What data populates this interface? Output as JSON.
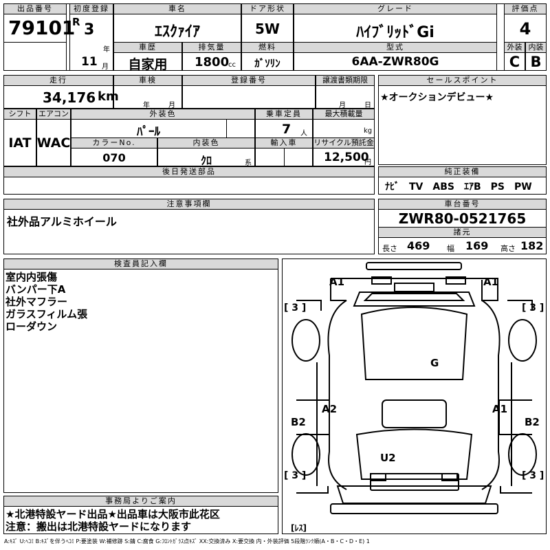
{
  "header": {
    "lot_no_label": "出品番号",
    "lot_no": "79101",
    "first_reg_label": "初度登録",
    "era": "R",
    "year": "3",
    "year_unit": "年",
    "month": "11",
    "month_unit": "月",
    "car_name_label": "車名",
    "car_name": "ｴｽｸｧｲｱ",
    "door_label": "ドア形状",
    "door": "5W",
    "grade_label": "グレード",
    "grade": "ﾊｲﾌﾞﾘｯﾄﾞGi",
    "score_label": "評価点",
    "score": "4",
    "history_label": "車歴",
    "history": "自家用",
    "displacement_label": "排気量",
    "displacement": "1800",
    "cc": "cc",
    "fuel_label": "燃料",
    "fuel": "ｶﾞｿﾘﾝ",
    "model_label": "型式",
    "model": "6AA-ZWR80G",
    "ext_label": "外装",
    "ext": "C",
    "int_label": "内装",
    "int": "B"
  },
  "row2": {
    "mileage_label": "走行",
    "mileage": "34,176",
    "km": "km",
    "inspection_label": "車検",
    "year_unit": "年",
    "month_unit": "月",
    "plate_label": "登録番号",
    "transfer_label": "譲渡書類期限",
    "t_month": "月",
    "t_day": "日",
    "sales_label": "セールスポイント",
    "sales": "★オークションデビュー★"
  },
  "row3": {
    "shift_label": "シフト",
    "shift": "IAT",
    "ac_label": "エアコン",
    "ac": "WAC",
    "ext_color_label": "外装色",
    "ext_color": "ﾊﾟｰﾙ",
    "capacity_label": "乗車定員",
    "capacity": "7",
    "person": "人",
    "load_label": "最大積載量",
    "kg": "kg",
    "color_no_label": "カラーNo.",
    "color_no": "070",
    "int_color_label": "内装色",
    "int_color": "ｸﾛ",
    "int_color_suffix": "系",
    "import_label": "輸入車",
    "recycle_label": "リサイクル預託金",
    "recycle": "12,500",
    "yen": "円"
  },
  "later_parts_label": "後日発送部品",
  "options": {
    "label": "純正装備",
    "value": "ﾅﾋﾞ　TV　ABS　ｴｱB　PS　PW"
  },
  "notes": {
    "label": "注意事項欄",
    "value": "社外品アルミホイール"
  },
  "chassis": {
    "label": "車台番号",
    "value": "ZWR80-0521765"
  },
  "dims": {
    "label": "諸元",
    "length_label": "長さ",
    "length": "469",
    "width_label": "幅",
    "width": "169",
    "height_label": "高さ",
    "height": "182"
  },
  "inspector": {
    "label": "検査員記入欄",
    "lines": [
      "室内内張傷",
      "バンパー下A",
      "社外マフラー",
      "ガラスフィルム張",
      "ローダウン"
    ]
  },
  "office": {
    "label": "事務局よりご案内",
    "lines": [
      "★北港特設ヤード出品★出品車は大阪市此花区",
      "注意：搬出は北港特設ヤードになります"
    ]
  },
  "diagram": {
    "marks": {
      "a1_left": "A1",
      "a1_right": "A1",
      "g": "G",
      "a2": "A2",
      "a1_mid": "A1",
      "b2_left": "B2",
      "b2_right": "B2",
      "u2": "U2"
    },
    "bracket_3": "[ 3 ]",
    "less": "[ﾚｽ]"
  },
  "legend": "A:ｷｽﾞ  U:ﾍｺﾐ  B:ｷｽﾞを伴うﾍｺﾐ  P:要塗装  W:補修跡  S:錆  C:腐食  G:ﾌﾛﾝﾄｶﾞﾗｽ点ｷｽﾞ  XX:交換済み  X:要交換   内・外装評価  5段階ﾗﾝｸ順(A・B・C・D・E) 1"
}
